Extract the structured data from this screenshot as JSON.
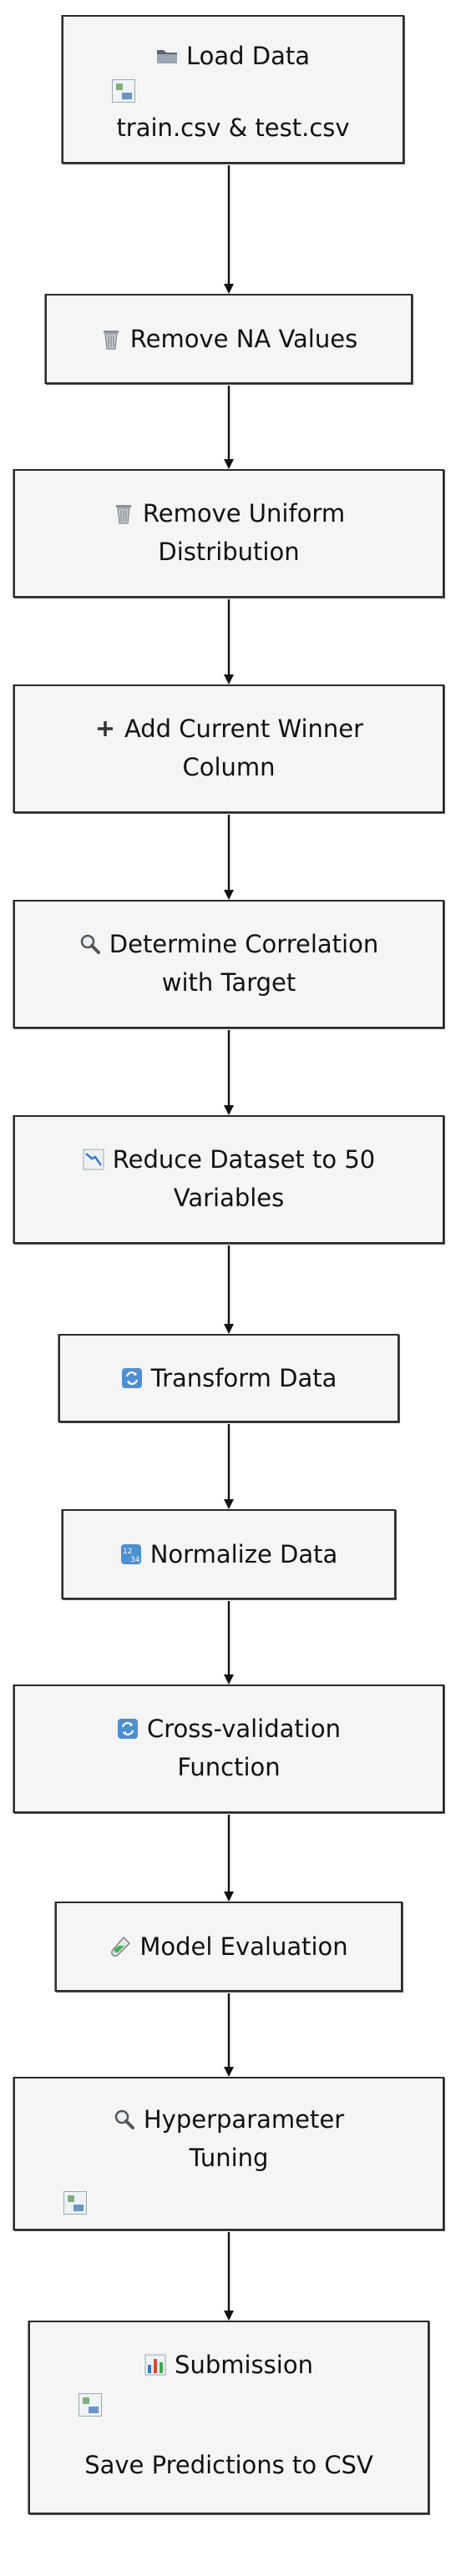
{
  "nodes": [
    {
      "id": "load-data",
      "icon": "folder-icon",
      "label": "Load Data",
      "subtitle": "train.csv & test.csv",
      "has_image": true
    },
    {
      "id": "remove-na",
      "icon": "trash-icon",
      "label": "Remove NA Values"
    },
    {
      "id": "remove-uniform",
      "icon": "trash-icon",
      "label_line1": "Remove Uniform",
      "label_line2": "Distribution"
    },
    {
      "id": "add-winner",
      "icon": "plus-icon",
      "label_line1": "Add Current Winner",
      "label_line2": "Column"
    },
    {
      "id": "correlation",
      "icon": "magnifier-icon",
      "label_line1": "Determine Correlation",
      "label_line2": "with Target"
    },
    {
      "id": "reduce",
      "icon": "chart-down-icon",
      "label_line1": "Reduce Dataset to 50",
      "label_line2": "Variables"
    },
    {
      "id": "transform",
      "icon": "refresh-icon",
      "label": "Transform Data"
    },
    {
      "id": "normalize",
      "icon": "numbers-icon",
      "label": "Normalize Data"
    },
    {
      "id": "cross-validation",
      "icon": "refresh-icon",
      "label_line1": "Cross-validation",
      "label_line2": "Function"
    },
    {
      "id": "model-eval",
      "icon": "test-tube-icon",
      "label": "Model Evaluation"
    },
    {
      "id": "hyperparam",
      "icon": "magnifier-icon",
      "label_line1": "Hyperparameter",
      "label_line2": "Tuning",
      "has_image": true
    },
    {
      "id": "submission",
      "icon": "bar-chart-icon",
      "label": "Submission",
      "subtitle": "Save Predictions to CSV",
      "has_image": true
    }
  ],
  "edges": [
    [
      "load-data",
      "remove-na"
    ],
    [
      "remove-na",
      "remove-uniform"
    ],
    [
      "remove-uniform",
      "add-winner"
    ],
    [
      "add-winner",
      "correlation"
    ],
    [
      "correlation",
      "reduce"
    ],
    [
      "reduce",
      "transform"
    ],
    [
      "transform",
      "normalize"
    ],
    [
      "normalize",
      "cross-validation"
    ],
    [
      "cross-validation",
      "model-eval"
    ],
    [
      "model-eval",
      "hyperparam"
    ],
    [
      "hyperparam",
      "submission"
    ]
  ]
}
